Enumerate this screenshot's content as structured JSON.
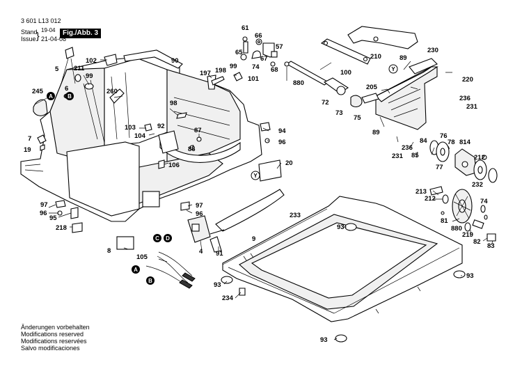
{
  "header": {
    "doc_number": "3 601 L13 012",
    "stand_label": "Stand",
    "stand_date": "19-04",
    "issue_label": "Issue",
    "issue_date": "21-04-08",
    "figure_label": "Fig./Abb. 3"
  },
  "footer_notes": [
    "Änderungen vorbehalten",
    "Modifications reserved",
    "Modifications reservées",
    "Salvo modificaciones"
  ],
  "callouts": [
    {
      "id": "c61",
      "text": "61"
    },
    {
      "id": "c66",
      "text": "66"
    },
    {
      "id": "c65",
      "text": "65"
    },
    {
      "id": "c67",
      "text": "67"
    },
    {
      "id": "c57",
      "text": "57"
    },
    {
      "id": "c74a",
      "text": "74"
    },
    {
      "id": "c68",
      "text": "68"
    },
    {
      "id": "c210",
      "text": "210"
    },
    {
      "id": "c90",
      "text": "90"
    },
    {
      "id": "c102",
      "text": "102"
    },
    {
      "id": "c5",
      "text": "5"
    },
    {
      "id": "c211",
      "text": "211"
    },
    {
      "id": "c99a",
      "text": "99"
    },
    {
      "id": "c6",
      "text": "6"
    },
    {
      "id": "c245",
      "text": "245"
    },
    {
      "id": "c260",
      "text": "260"
    },
    {
      "id": "c197",
      "text": "197"
    },
    {
      "id": "c198",
      "text": "198"
    },
    {
      "id": "c99b",
      "text": "99"
    },
    {
      "id": "c101",
      "text": "101"
    },
    {
      "id": "c880a",
      "text": "880"
    },
    {
      "id": "c100",
      "text": "100"
    },
    {
      "id": "c89a",
      "text": "89"
    },
    {
      "id": "c230",
      "text": "230"
    },
    {
      "id": "c220",
      "text": "220"
    },
    {
      "id": "c98",
      "text": "98"
    },
    {
      "id": "c72",
      "text": "72"
    },
    {
      "id": "c73",
      "text": "73"
    },
    {
      "id": "c205",
      "text": "205"
    },
    {
      "id": "c236a",
      "text": "236"
    },
    {
      "id": "c231a",
      "text": "231"
    },
    {
      "id": "c75",
      "text": "75"
    },
    {
      "id": "c7",
      "text": "7"
    },
    {
      "id": "c19",
      "text": "19"
    },
    {
      "id": "c103",
      "text": "103"
    },
    {
      "id": "c92",
      "text": "92"
    },
    {
      "id": "c104",
      "text": "104"
    },
    {
      "id": "c87",
      "text": "87"
    },
    {
      "id": "c86",
      "text": "86"
    },
    {
      "id": "c94",
      "text": "94"
    },
    {
      "id": "c96a",
      "text": "96"
    },
    {
      "id": "c89b",
      "text": "89"
    },
    {
      "id": "c76",
      "text": "76"
    },
    {
      "id": "c78",
      "text": "78"
    },
    {
      "id": "c814",
      "text": "814"
    },
    {
      "id": "c212a",
      "text": "212"
    },
    {
      "id": "c231b",
      "text": "231"
    },
    {
      "id": "c236b",
      "text": "236"
    },
    {
      "id": "c84",
      "text": "84"
    },
    {
      "id": "c85",
      "text": "85"
    },
    {
      "id": "c77",
      "text": "77"
    },
    {
      "id": "c106",
      "text": "106"
    },
    {
      "id": "c20",
      "text": "20"
    },
    {
      "id": "c232",
      "text": "232"
    },
    {
      "id": "c213",
      "text": "213"
    },
    {
      "id": "c212b",
      "text": "212"
    },
    {
      "id": "c97a",
      "text": "97"
    },
    {
      "id": "c96b",
      "text": "96"
    },
    {
      "id": "c95",
      "text": "95"
    },
    {
      "id": "c218",
      "text": "218"
    },
    {
      "id": "c97b",
      "text": "97"
    },
    {
      "id": "c96c",
      "text": "96"
    },
    {
      "id": "c233",
      "text": "233"
    },
    {
      "id": "c74b",
      "text": "74"
    },
    {
      "id": "c81",
      "text": "81"
    },
    {
      "id": "c880b",
      "text": "880"
    },
    {
      "id": "c219",
      "text": "219"
    },
    {
      "id": "c82",
      "text": "82"
    },
    {
      "id": "c83",
      "text": "83"
    },
    {
      "id": "c93a",
      "text": "93"
    },
    {
      "id": "c9",
      "text": "9"
    },
    {
      "id": "c8",
      "text": "8"
    },
    {
      "id": "c4",
      "text": "4"
    },
    {
      "id": "c91",
      "text": "91"
    },
    {
      "id": "c105",
      "text": "105"
    },
    {
      "id": "c93b",
      "text": "93"
    },
    {
      "id": "c93c",
      "text": "93"
    },
    {
      "id": "c234",
      "text": "234"
    },
    {
      "id": "c93d",
      "text": "93"
    }
  ],
  "markers": [
    {
      "id": "mA1",
      "text": "A"
    },
    {
      "id": "mB1",
      "text": "B"
    },
    {
      "id": "mY1",
      "text": "Y"
    },
    {
      "id": "mY2",
      "text": "Y"
    },
    {
      "id": "mC",
      "text": "C"
    },
    {
      "id": "mD",
      "text": "D"
    },
    {
      "id": "mA2",
      "text": "A"
    },
    {
      "id": "mB2",
      "text": "B"
    }
  ]
}
